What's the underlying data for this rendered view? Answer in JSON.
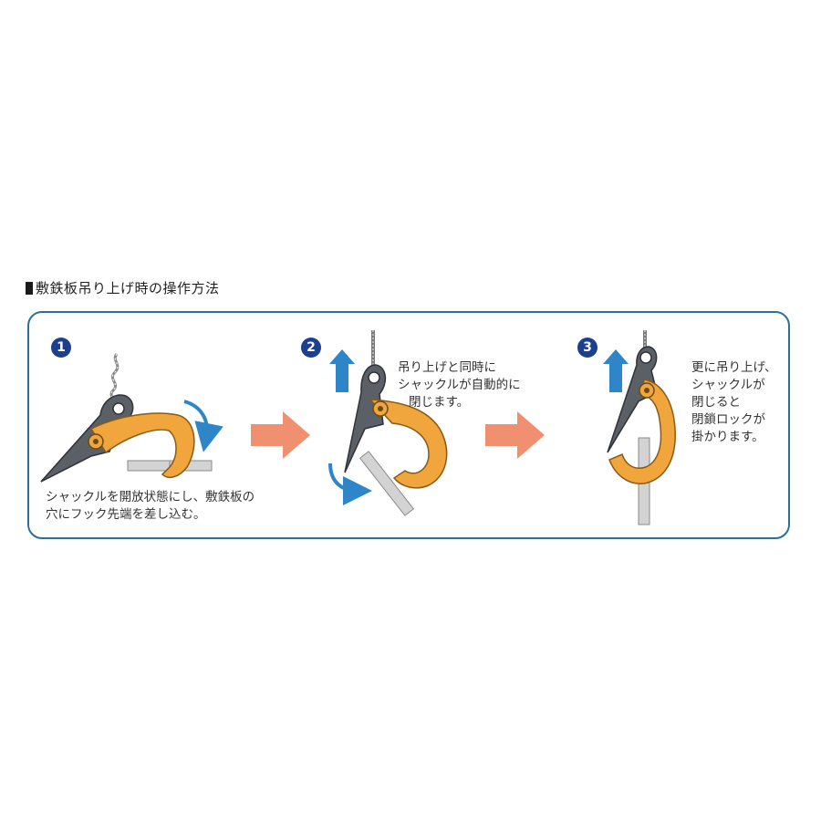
{
  "heading": "敷鉄板吊り上げ時の操作方法",
  "steps": [
    {
      "number": "1",
      "lines": [
        "シャックルを開放状態にし、敷鉄板の",
        "穴にフック先端を差し込む。"
      ]
    },
    {
      "number": "2",
      "lines": [
        "吊り上げと同時に",
        "シャックルが自動的に",
        "閉じます。"
      ]
    },
    {
      "number": "3",
      "lines": [
        "更に吊り上げ、",
        "シャックルが",
        "閉じると",
        "閉鎖ロックが",
        "掛かります。"
      ]
    }
  ],
  "colors": {
    "frame": "#2a6f9e",
    "hook": "#f0a63c",
    "body": "#5b5f66",
    "arrow_up": "#2e86c9",
    "arrow_next": "#f19070",
    "plate": "#cfcfcf",
    "badge": "#1c3f8f"
  }
}
